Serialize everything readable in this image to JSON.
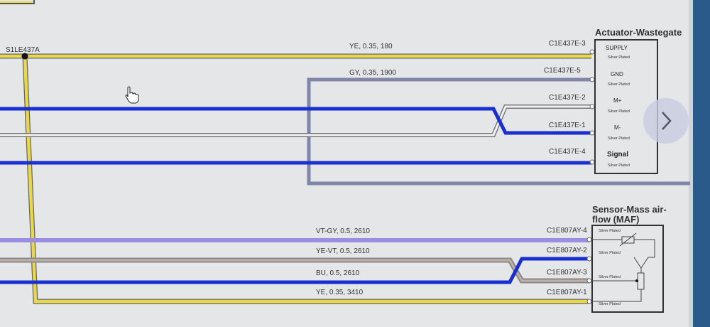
{
  "splice": "S1LE437A",
  "actuator": {
    "title": "Actuator-Wastegate",
    "pins": [
      {
        "name": "SUPPLY",
        "plating": "Silver Plated",
        "connector": "C1E437E-3",
        "wire": "YE, 0.35, 180"
      },
      {
        "name": "GND",
        "plating": "Silver Plated",
        "connector": "C1E437E-5",
        "wire": "GY, 0.35, 1900"
      },
      {
        "name": "M+",
        "plating": "Silver Plated",
        "connector": "C1E437E-2"
      },
      {
        "name": "M-",
        "plating": "Silver Plated",
        "connector": "C1E437E-1"
      },
      {
        "name": "Signal",
        "plating": "Silver Plated",
        "connector": "C1E437E-4"
      }
    ]
  },
  "maf": {
    "title_line1": "Sensor-Mass air-",
    "title_line2": "flow (MAF)",
    "pins": [
      {
        "plating": "Silver Plated",
        "connector": "C1E807AY-4",
        "wire": "VT-GY, 0.5, 2610"
      },
      {
        "plating": "Silver Plated",
        "connector": "C1E807AY-2",
        "wire": "YE-VT, 0.5, 2610"
      },
      {
        "plating": "Silver Plated",
        "connector": "C1E807AY-3",
        "wire": "BU, 0.5, 2610"
      },
      {
        "plating": "Silver Plated",
        "connector": "C1E807AY-1",
        "wire": "YE, 0.35, 3410"
      }
    ]
  },
  "colors": {
    "yellow": "#e8d84a",
    "blue": "#1a2fd0",
    "gray": "#7f86a8",
    "violet": "#9a8ee0",
    "tan": "#a89888"
  }
}
